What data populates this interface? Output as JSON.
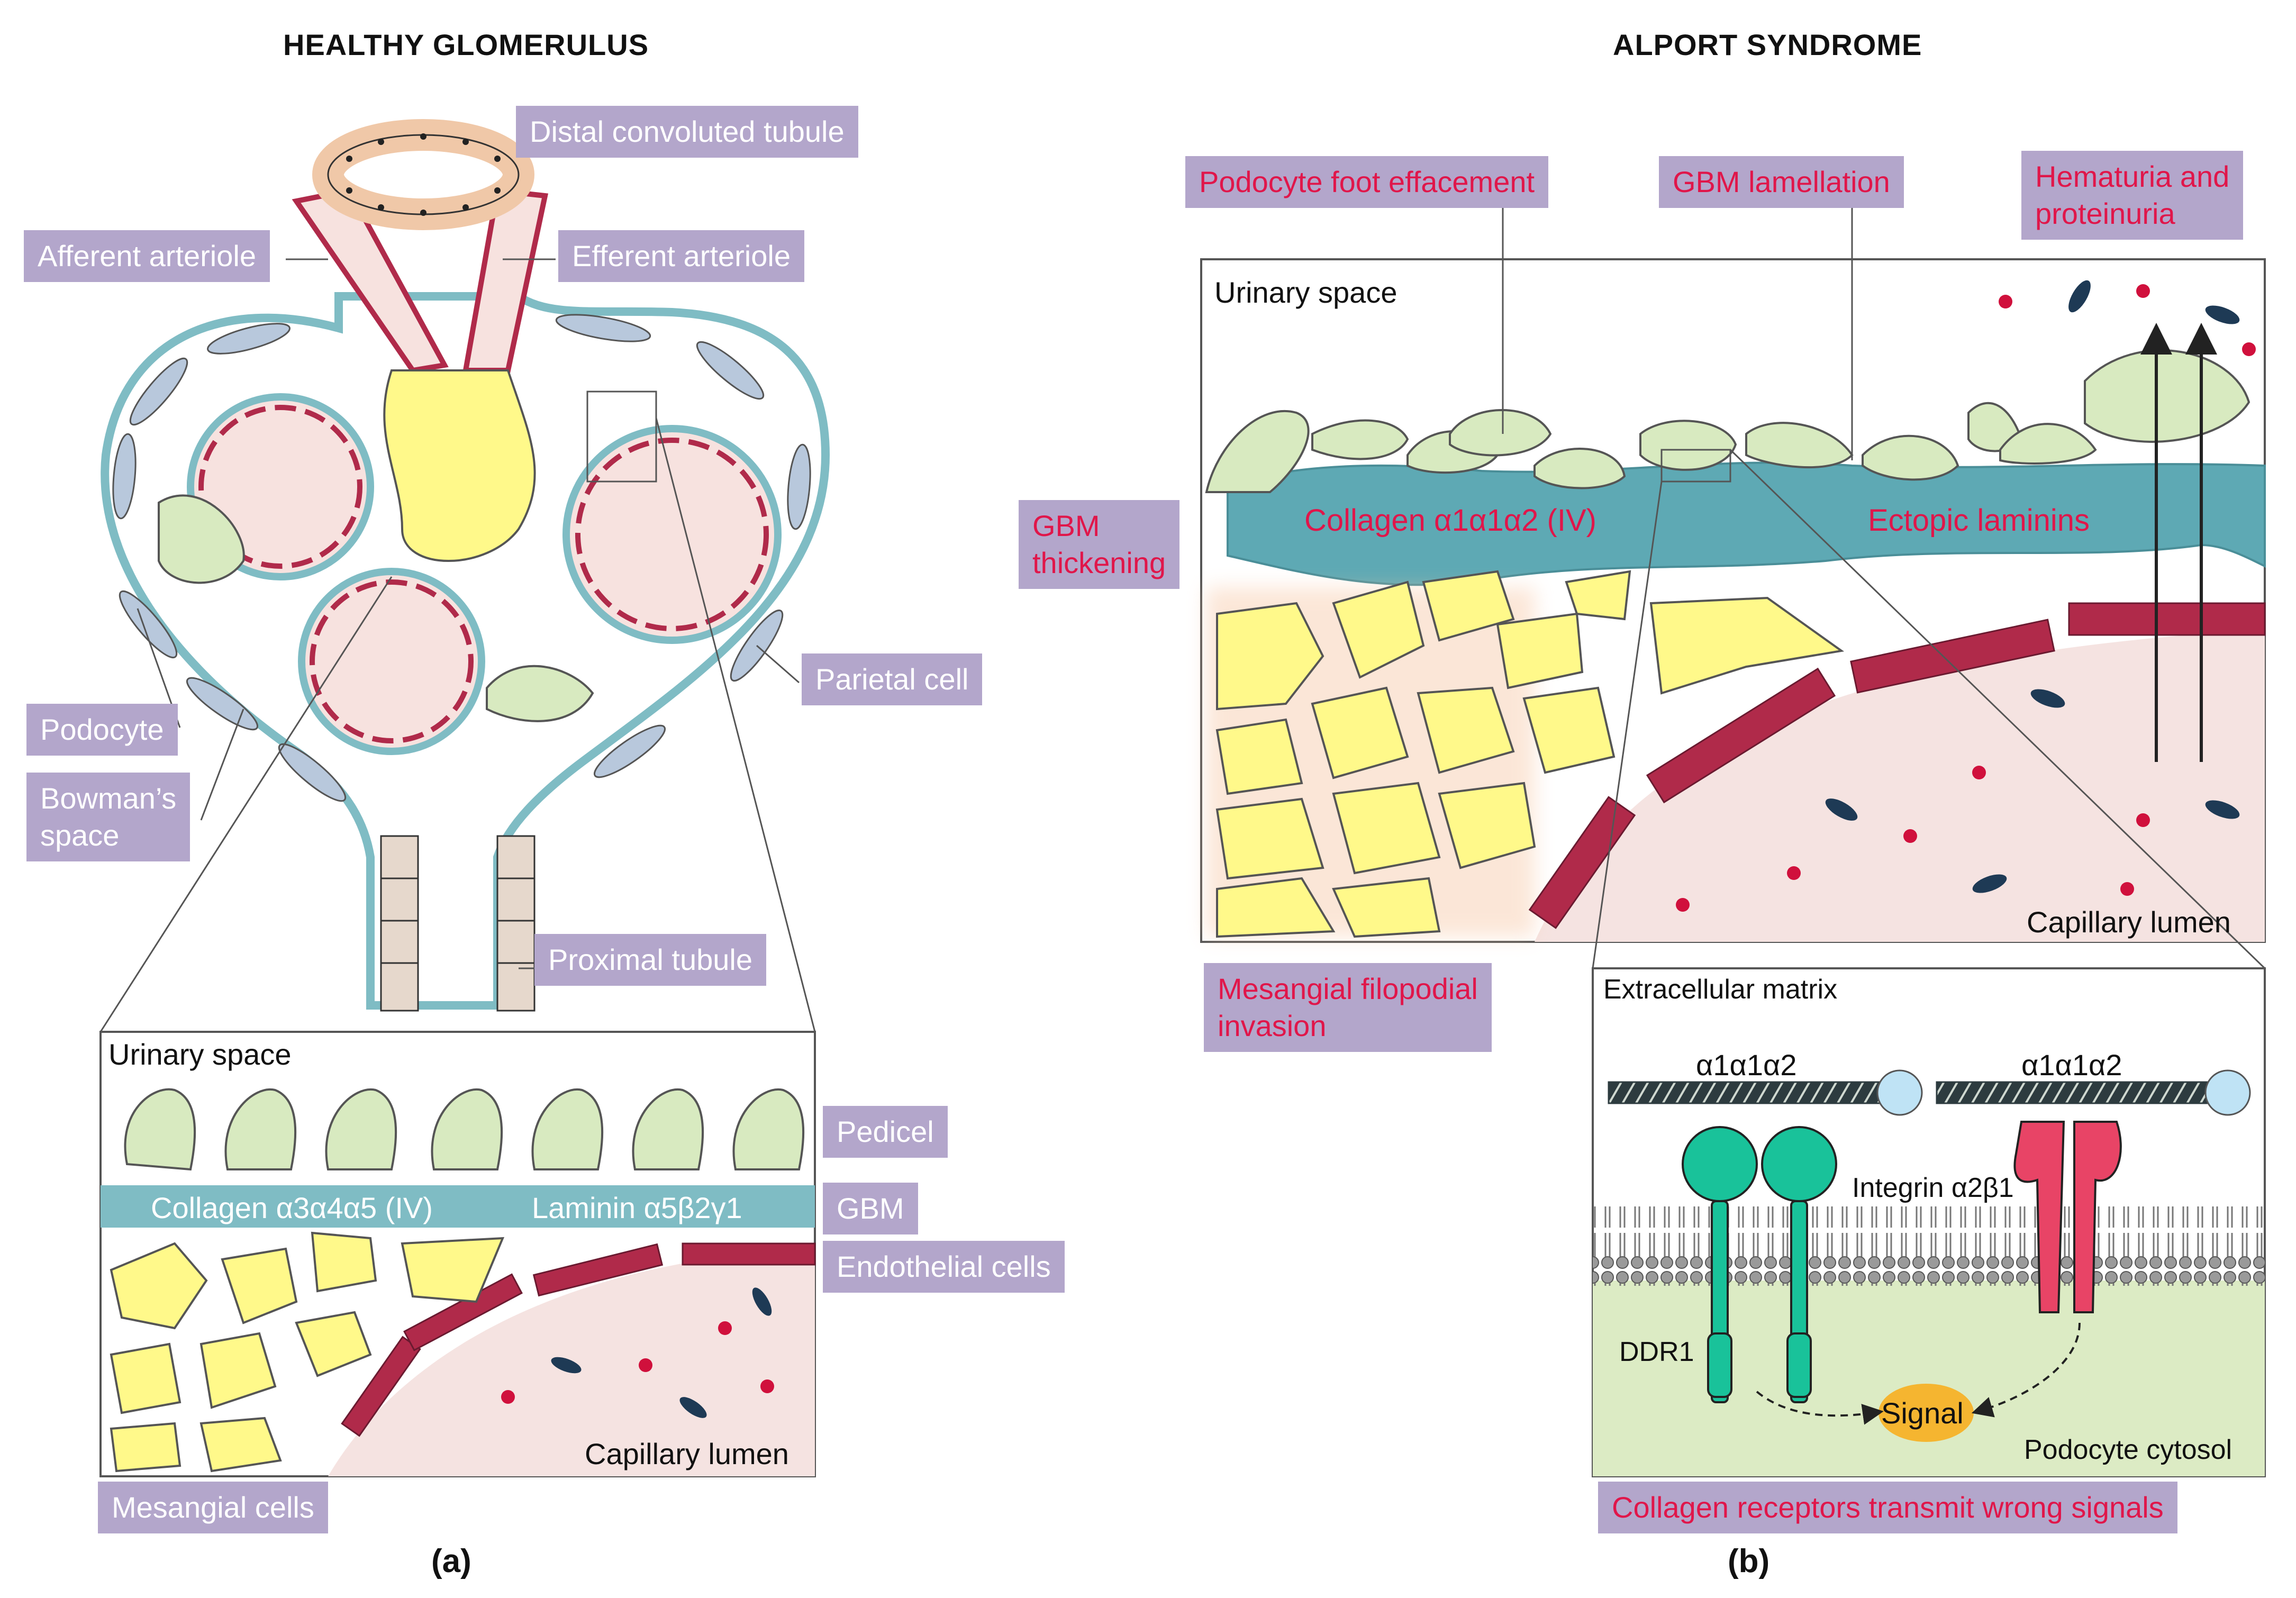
{
  "panel_a": {
    "title": "HEALTHY GLOMERULUS",
    "letter": "(a)",
    "labels": {
      "distal": "Distal convoluted tubule",
      "afferent": "Afferent arteriole",
      "efferent": "Efferent arteriole",
      "parietal": "Parietal cell",
      "podocyte": "Podocyte",
      "bowman_1": "Bowman’s",
      "bowman_2": "space",
      "proximal": "Proximal tubule",
      "pedicel": "Pedicel",
      "gbm": "GBM",
      "endothelial": "Endothelial cells",
      "mesangial": "Mesangial cells"
    },
    "inset": {
      "urinary_space": "Urinary space",
      "collagen": "Collagen α3α4α5 (IV)",
      "laminin": "Laminin α5β2γ1",
      "capillary_lumen": "Capillary lumen"
    }
  },
  "panel_b": {
    "title": "ALPORT SYNDROME",
    "letter": "(b)",
    "labels": {
      "foot": "Podocyte foot effacement",
      "lamellation": "GBM lamellation",
      "hematuria_1": "Hematuria and",
      "hematuria_2": "proteinuria",
      "thickening_1": "GBM",
      "thickening_2": "thickening",
      "filopodial_1": "Mesangial filopodial",
      "filopodial_2": "invasion",
      "receptors": "Collagen receptors transmit wrong signals"
    },
    "scene": {
      "urinary_space": "Urinary space",
      "collagen": "Collagen α1α1α2 (IV)",
      "ectopic": "Ectopic laminins",
      "capillary_lumen": "Capillary lumen"
    },
    "signaling": {
      "ecm": "Extracellular matrix",
      "chain_left": "α1α1α2",
      "chain_right": "α1α1α2",
      "integrin": "Integrin α2β1",
      "ddr1": "DDR1",
      "signal": "Signal",
      "cytosol": "Podocyte cytosol"
    }
  },
  "colors": {
    "label_bg": "#b3a6cb",
    "alert_text": "#e0164a",
    "gbm_teal": "#7fbcc4",
    "vessel_red": "#b02a4a",
    "mesangial_yellow": "#fff98a",
    "podocyte_green": "#d8eac0",
    "lumen_pink": "#f5e3e1",
    "ddr1_teal": "#19c29a",
    "integrin_pink": "#e84466",
    "signal_orange": "#f5b530"
  }
}
